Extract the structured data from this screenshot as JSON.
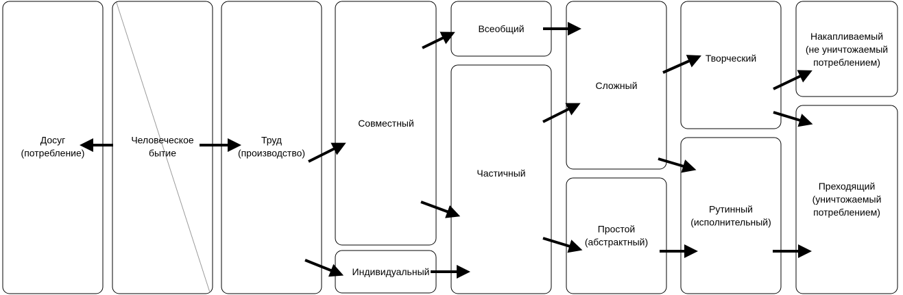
{
  "nodes": {
    "dosug": {
      "lines": [
        "Досуг",
        "(потребление)"
      ]
    },
    "bytie": {
      "lines": [
        "Человеческое",
        "бытие"
      ]
    },
    "trud": {
      "lines": [
        "Труд",
        "(производство)"
      ]
    },
    "sovmestny": {
      "lines": [
        "Совместный"
      ]
    },
    "individual": {
      "lines": [
        "Индивидуальный"
      ]
    },
    "vseobshiy": {
      "lines": [
        "Всеобщий"
      ]
    },
    "chastichny": {
      "lines": [
        "Частичный"
      ]
    },
    "slozhny": {
      "lines": [
        "Сложный"
      ]
    },
    "prostoy": {
      "lines": [
        "Простой",
        "(абстрактный)"
      ]
    },
    "tvorcheskiy": {
      "lines": [
        "Творческий"
      ]
    },
    "rutinny": {
      "lines": [
        "Рутинный",
        "(исполнительный)"
      ]
    },
    "nakaplivaemy": {
      "lines": [
        "Накапливаемый",
        "(не уничтожаемый",
        "потреблением)"
      ]
    },
    "prehodyashiy": {
      "lines": [
        "Преходящий",
        "(уничтожаемый",
        "потреблением)"
      ]
    }
  },
  "edges": [
    [
      "bytie",
      "dosug"
    ],
    [
      "bytie",
      "trud"
    ],
    [
      "trud",
      "sovmestny"
    ],
    [
      "trud",
      "individual"
    ],
    [
      "sovmestny",
      "vseobshiy"
    ],
    [
      "sovmestny",
      "chastichny"
    ],
    [
      "individual",
      "chastichny"
    ],
    [
      "vseobshiy",
      "slozhny"
    ],
    [
      "chastichny",
      "slozhny"
    ],
    [
      "chastichny",
      "prostoy"
    ],
    [
      "slozhny",
      "tvorcheskiy"
    ],
    [
      "slozhny",
      "rutinny"
    ],
    [
      "prostoy",
      "rutinny"
    ],
    [
      "tvorcheskiy",
      "nakaplivaemy"
    ],
    [
      "tvorcheskiy",
      "prehodyashiy"
    ],
    [
      "rutinny",
      "prehodyashiy"
    ]
  ]
}
